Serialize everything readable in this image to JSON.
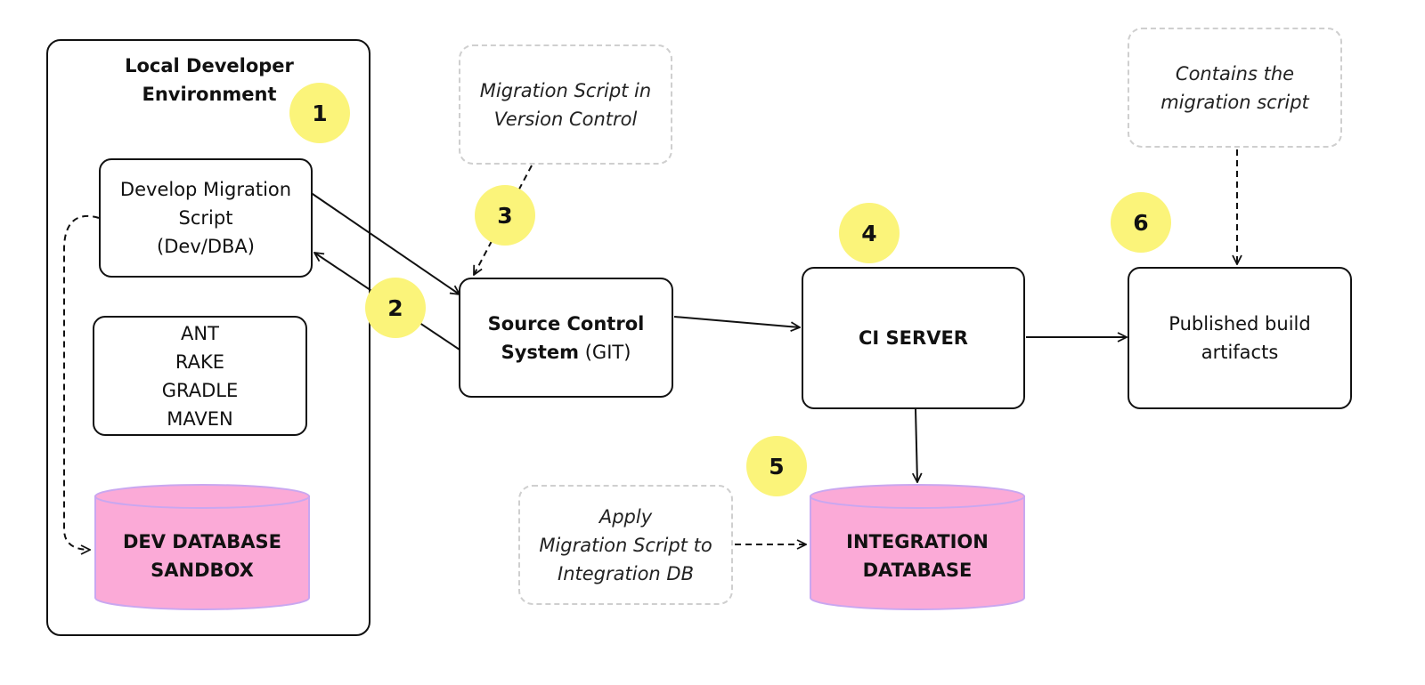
{
  "colors": {
    "badge_fill": "#fbf47a",
    "database_fill": "#fbaad7",
    "database_outline": "#c9a7f0",
    "note_border": "#cfcfcf",
    "line": "#111111"
  },
  "local_env": {
    "title_line1": "Local Developer",
    "title_line2": "Environment"
  },
  "develop_box": {
    "line1": "Develop Migration",
    "line2": "Script",
    "line3": "(Dev/DBA)"
  },
  "tools_box": {
    "items": [
      "ANT",
      "RAKE",
      "GRADLE",
      "MAVEN"
    ]
  },
  "dev_database": {
    "line1": "DEV DATABASE",
    "line2": "SANDBOX"
  },
  "source_control": {
    "bold_line1": "Source Control",
    "bold_line2": "System",
    "suffix": " (GIT)"
  },
  "ci_server": {
    "label": "CI SERVER"
  },
  "artifacts": {
    "line1": "Published build",
    "line2": "artifacts"
  },
  "integration_database": {
    "line1": "INTEGRATION",
    "line2": "DATABASE"
  },
  "notes": {
    "version_control": {
      "line1": "Migration Script in",
      "line2": "Version Control"
    },
    "contains": {
      "line1": "Contains the",
      "line2": "migration script"
    },
    "apply": {
      "line1": "Apply",
      "line2": "Migration Script to",
      "line3": "Integration DB"
    }
  },
  "badges": [
    "1",
    "2",
    "3",
    "4",
    "5",
    "6"
  ]
}
